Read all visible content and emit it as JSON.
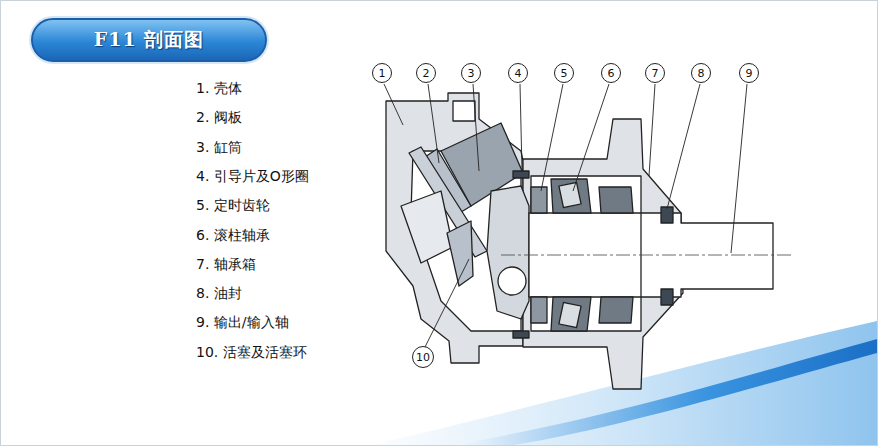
{
  "diagram": {
    "title": "F11 剖面图",
    "nodes": [
      {
        "text": [
          "1"
        ]
      },
      {
        "text": [
          "2"
        ]
      },
      {
        "text": [
          "3"
        ]
      },
      {
        "text": [
          "4"
        ]
      },
      {
        "text": [
          "5"
        ]
      },
      {
        "text": [
          "6"
        ]
      },
      {
        "text": [
          "7"
        ]
      },
      {
        "text": [
          "8"
        ]
      },
      {
        "text": [
          "9"
        ]
      },
      {
        "text": [
          "10"
        ]
      }
    ],
    "labels": [
      "1. 壳体",
      "2. 阀板",
      "3. 缸筒",
      "4. 引导片及O形圈",
      "5. 定时齿轮",
      "6. 滚柱轴承",
      "7. 轴承箱",
      "8. 油封",
      "9. 输出/输入轴",
      "10. 活塞及活塞环"
    ]
  }
}
